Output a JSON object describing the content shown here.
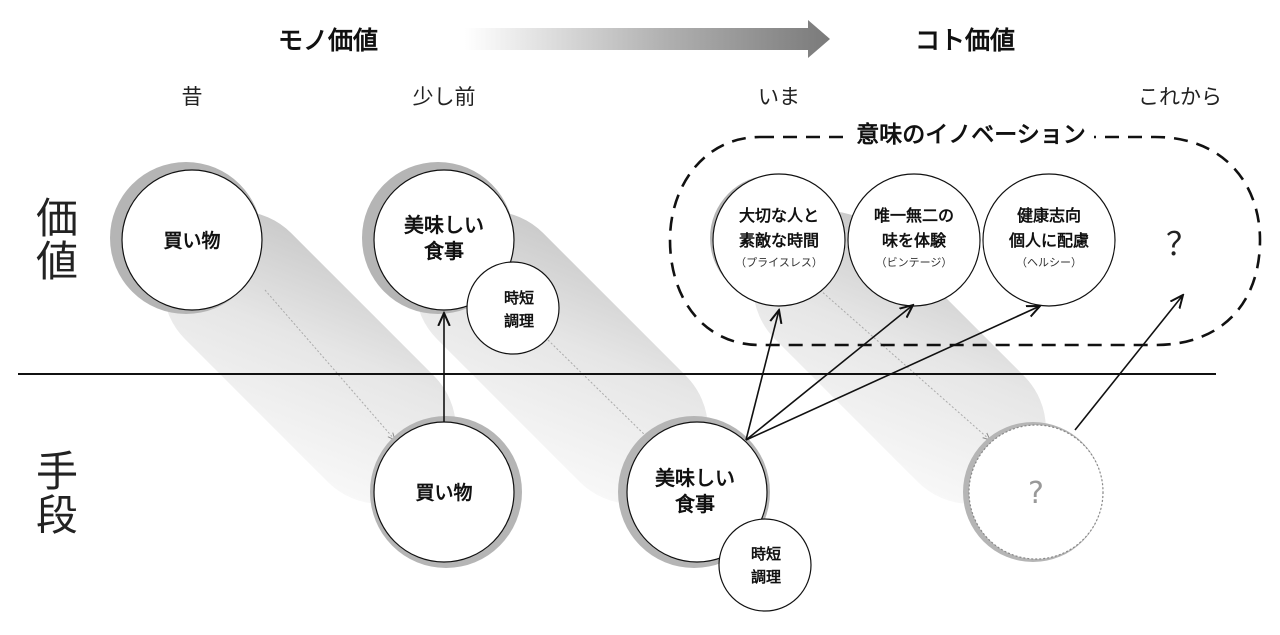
{
  "header": {
    "left": "モノ価値",
    "right": "コト価値"
  },
  "eras": {
    "past": "昔",
    "recent": "少し前",
    "now": "いま",
    "future": "これから"
  },
  "innovation_label": "意味のイノベーション",
  "axis": {
    "value": [
      "価",
      "値"
    ],
    "means": [
      "手",
      "段"
    ]
  },
  "circles": {
    "past_value": "買い物",
    "recent_value": [
      "美味しい",
      "食事"
    ],
    "recent_sub": [
      "時短",
      "調理"
    ],
    "recent_means": "買い物",
    "now_means": [
      "美味しい",
      "食事"
    ],
    "now_means_sub": [
      "時短",
      "調理"
    ],
    "now_value_1": {
      "lines": [
        "大切な人と",
        "素敵な時間"
      ],
      "note": "（プライスレス）"
    },
    "now_value_2": {
      "lines": [
        "唯一無二の",
        "味を体験"
      ],
      "note": "（ビンテージ）"
    },
    "now_value_3": {
      "lines": [
        "健康志向",
        "個人に配慮"
      ],
      "note": "（ヘルシー）"
    },
    "future_value": "？",
    "future_means": "?"
  },
  "colors": {
    "band_light": "#f2f2f2",
    "band_dark": "#c8c8c8",
    "ring": "#b5b5b5",
    "line": "#111111"
  }
}
